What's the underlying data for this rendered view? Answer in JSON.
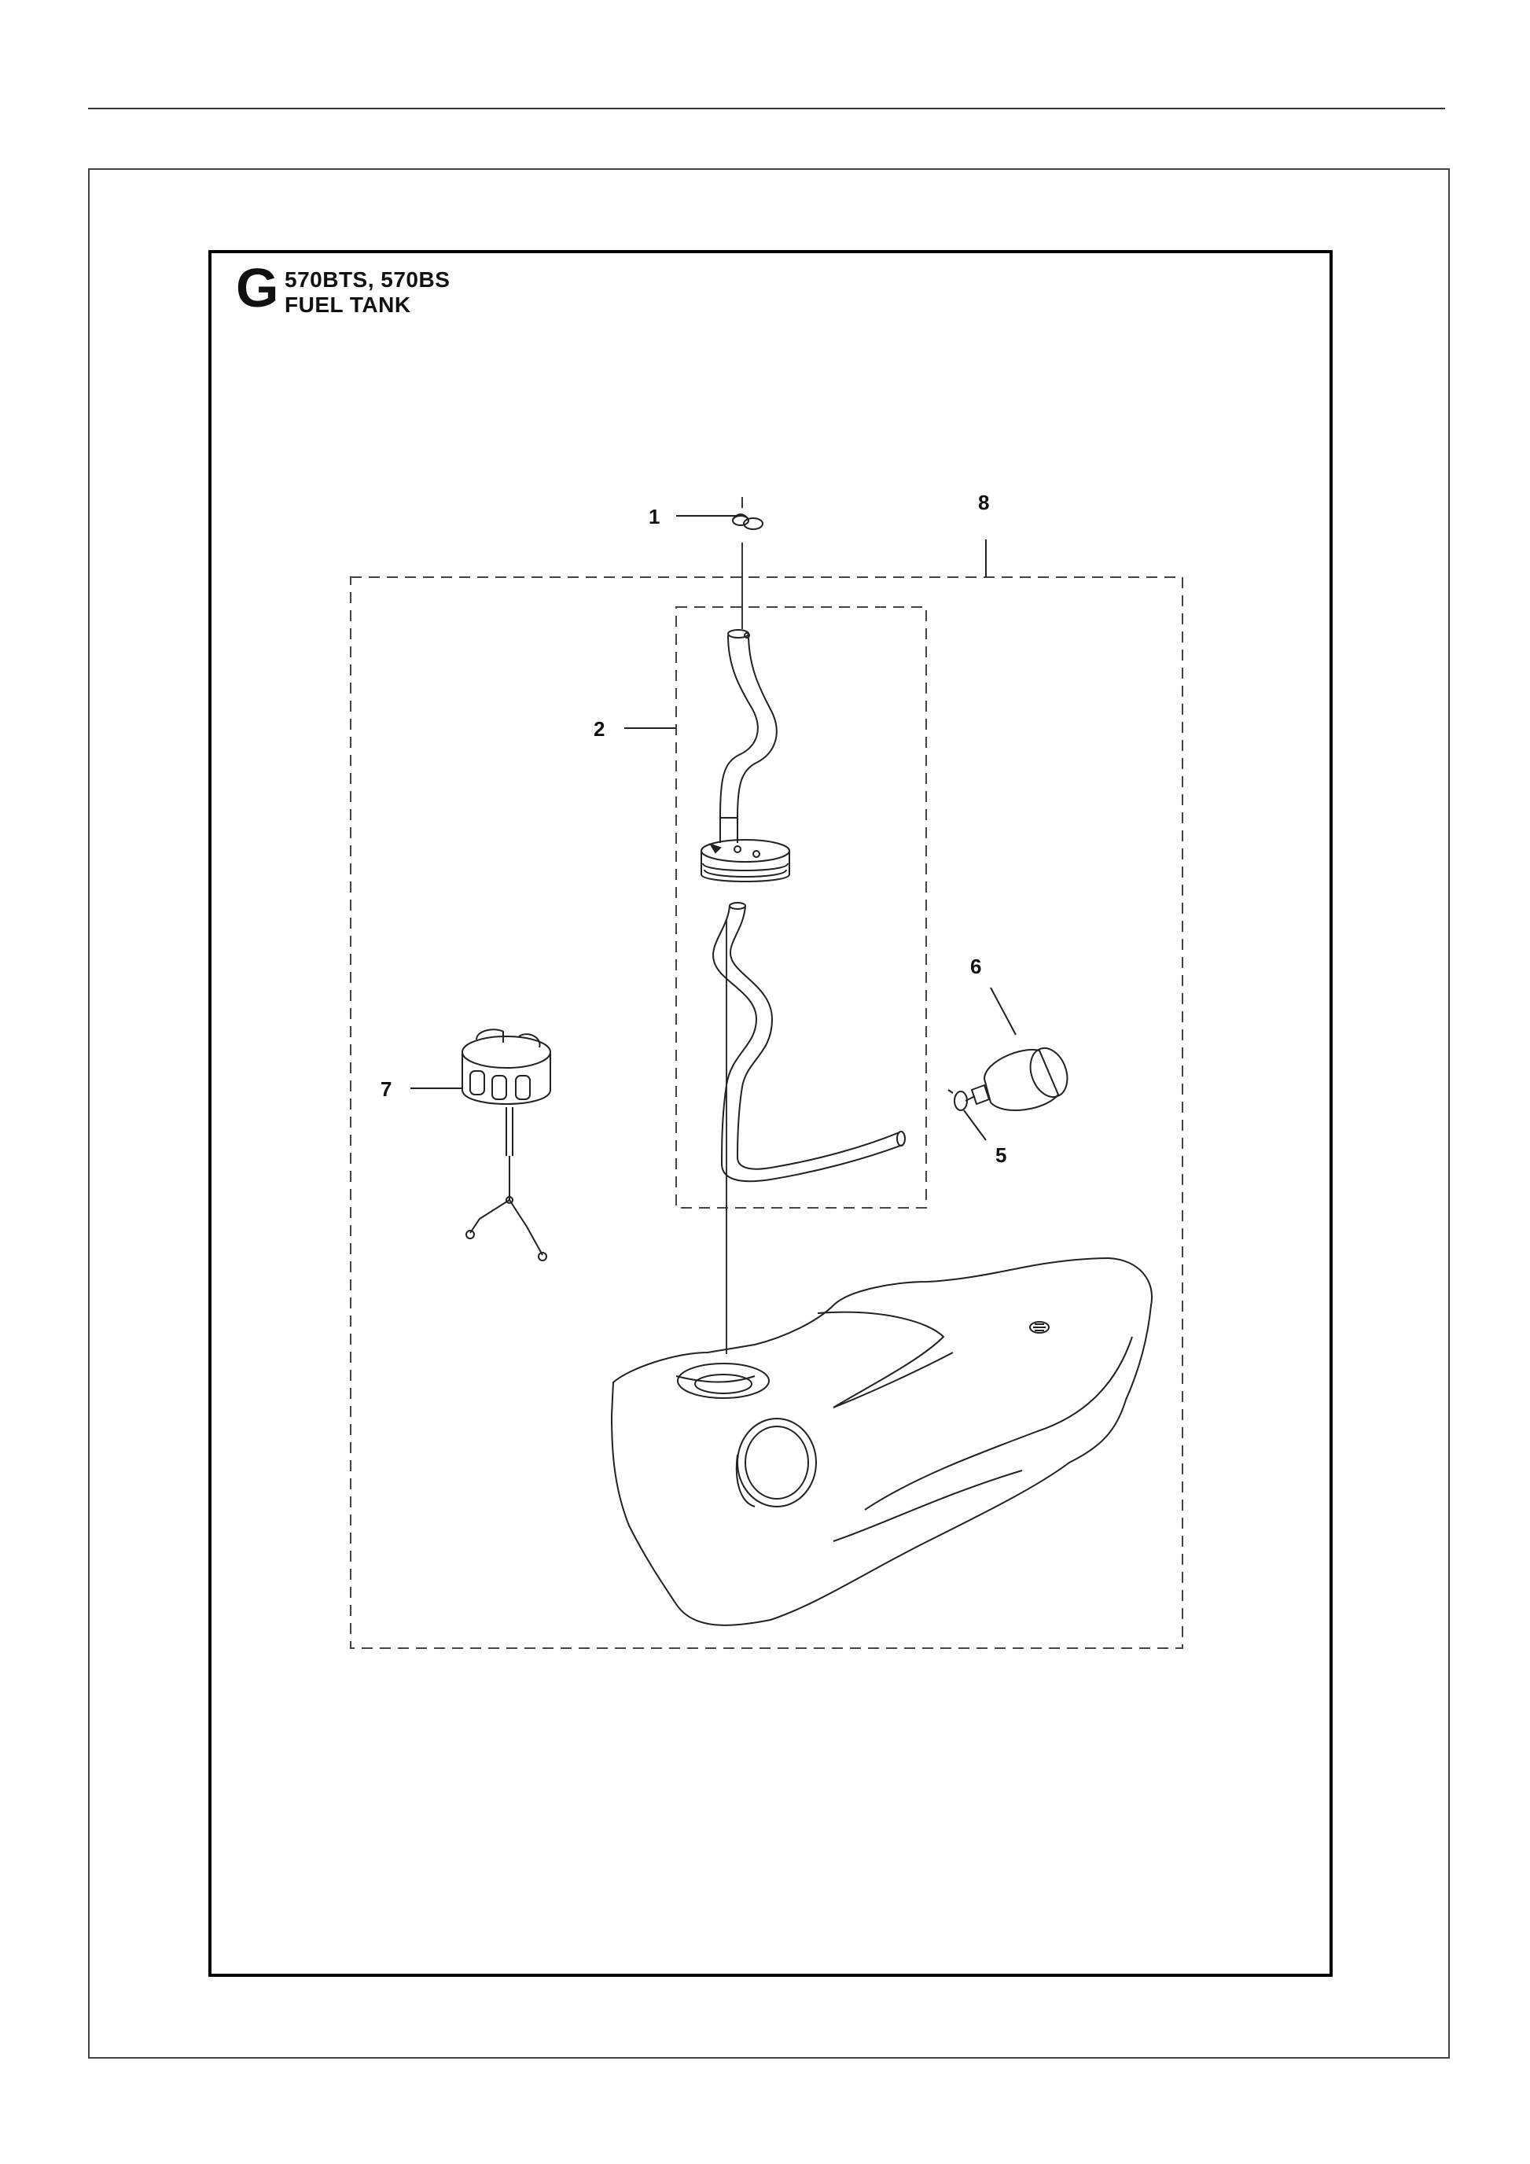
{
  "header": {
    "section_letter": "G",
    "models": "570BTS, 570BS",
    "title": "FUEL TANK"
  },
  "callouts": [
    {
      "id": "1",
      "label": "1"
    },
    {
      "id": "2",
      "label": "2"
    },
    {
      "id": "5",
      "label": "5"
    },
    {
      "id": "6",
      "label": "6"
    },
    {
      "id": "7",
      "label": "7"
    },
    {
      "id": "8",
      "label": "8"
    }
  ]
}
